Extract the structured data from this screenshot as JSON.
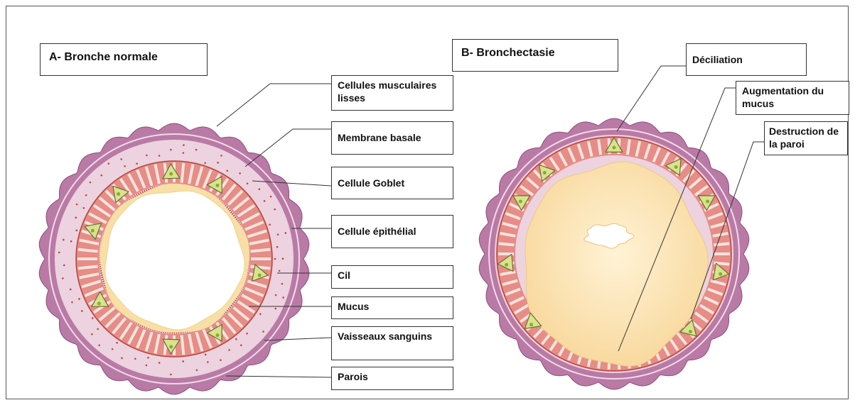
{
  "panels": {
    "a_title": "A- Bronche normale",
    "b_title": "B- Bronchectasie"
  },
  "labels_a": {
    "smooth_muscle": "Cellules musculaires lisses",
    "basement": "Membrane basale",
    "goblet": "Cellule Goblet",
    "epithelial": "Cellule épithélial",
    "cilium": "Cil",
    "mucus": "Mucus",
    "vessels": "Vaisseaux sanguins",
    "wall": "Parois"
  },
  "labels_b": {
    "deciliation": "Déciliation",
    "mucus_increase": "Augmentation du mucus",
    "wall_destruction": "Destruction de la paroi"
  },
  "colors": {
    "outer_wall": "#b97aa6",
    "wall_fill": "#ecd3df",
    "epithelium": "#e58d86",
    "epi_cell": "#f6c3b8",
    "mucus": "#f8dfa6",
    "mucus_inner": "#fff4d8",
    "goblet": "#d7e48a"
  }
}
